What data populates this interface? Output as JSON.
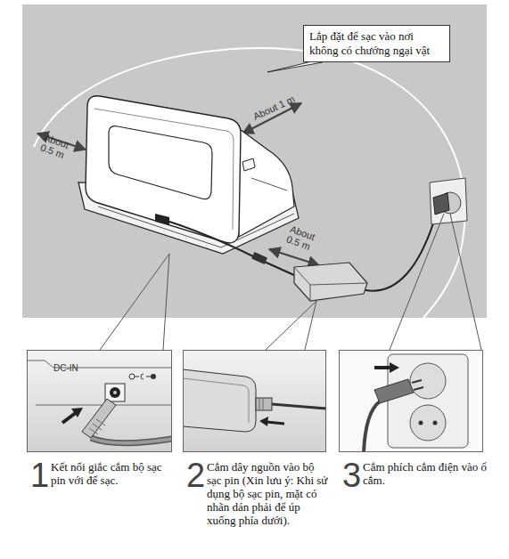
{
  "diagram": {
    "nodes": [
      {
        "text": [
          "Lắp đặt để sạc vào nơi không có chướng ngại vật"
        ]
      },
      {
        "text": [
          "1",
          "Kết nối giắc cắm bộ sạc pin với đế sạc."
        ]
      },
      {
        "text": [
          "2",
          "Cắm dây nguồn vào bộ sạc pin (Xin lưu ý: Khi sử dụng bộ sạc pin, mặt có nhãn dán phải để úp xuống phía dưới)."
        ]
      },
      {
        "text": [
          "3",
          "Cắm phích cắm điện vào ổ cắm."
        ]
      }
    ],
    "labels": [
      "About 0.5 m",
      "About 1 m",
      "About 0.5 m",
      "DC-IN"
    ]
  }
}
